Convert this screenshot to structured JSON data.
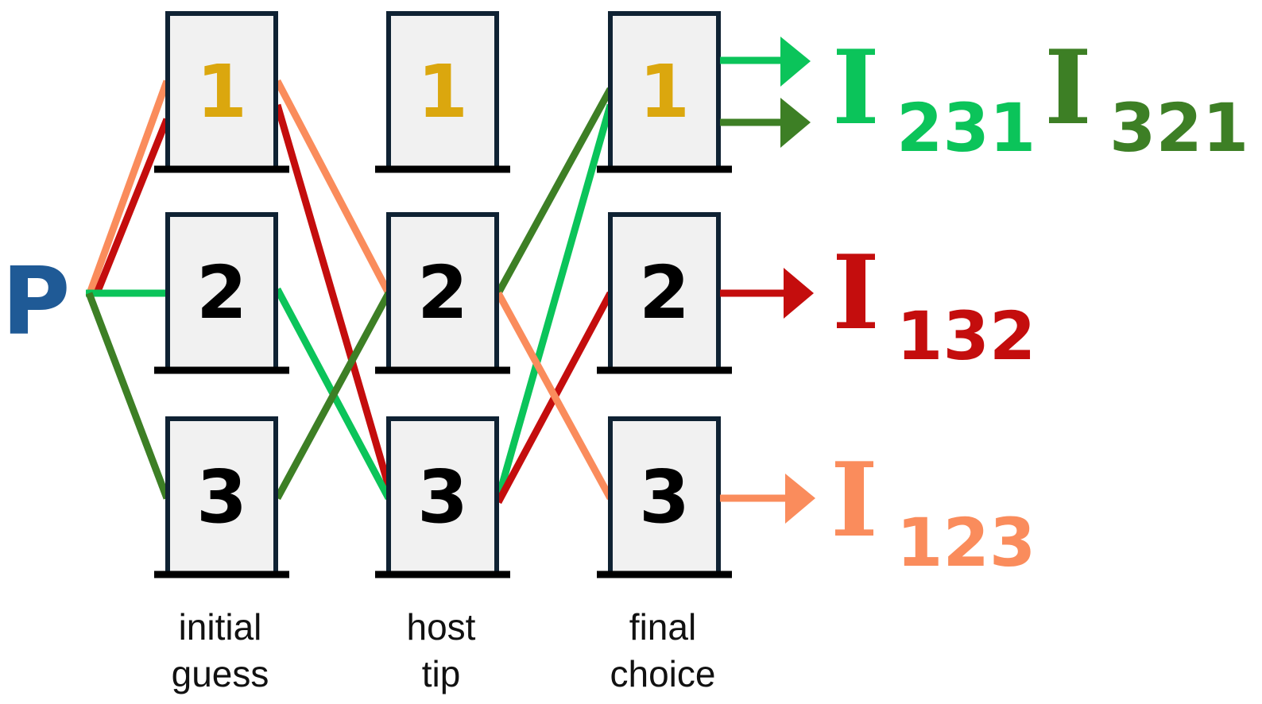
{
  "source_label": "P",
  "colors": {
    "source": "#1f5a96",
    "door_fill": "#f1f1f1",
    "door_stroke": "#0f2233",
    "highlight_number": "#dba70e",
    "number": "#000000",
    "path_231": "#0bc45a",
    "path_321": "#3d7f25",
    "path_132": "#c40d0d",
    "path_123": "#fa8c5c"
  },
  "columns": [
    {
      "label_line1": "initial",
      "label_line2": "guess",
      "doors": [
        "1",
        "2",
        "3"
      ]
    },
    {
      "label_line1": "host",
      "label_line2": "tip",
      "doors": [
        "1",
        "2",
        "3"
      ]
    },
    {
      "label_line1": "final",
      "label_line2": "choice",
      "doors": [
        "1",
        "2",
        "3"
      ]
    }
  ],
  "outcomes": [
    {
      "id": "231",
      "symbol": "I",
      "subscript": "231",
      "color_key": "path_231"
    },
    {
      "id": "321",
      "symbol": "I",
      "subscript": "321",
      "color_key": "path_321"
    },
    {
      "id": "132",
      "symbol": "I",
      "subscript": "132",
      "color_key": "path_132"
    },
    {
      "id": "123",
      "symbol": "I",
      "subscript": "123",
      "color_key": "path_123"
    }
  ]
}
